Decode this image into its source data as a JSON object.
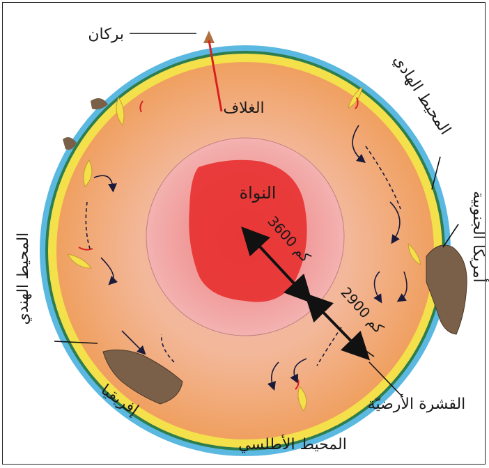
{
  "labels": {
    "volcano": "بركان",
    "mantle": "الغلاف",
    "core": "النواة",
    "pacific": "المحيط الهادي",
    "south_america": "أمريكا الجنوبية",
    "indian_ocean": "المحيط الهندي",
    "africa": "إفريقيا",
    "crust": "القشرة الأرضيّة",
    "atlantic": "المحيط الأطلسي"
  },
  "measurements": {
    "core_radius": "3600 كم",
    "mantle_thickness": "2900 كم"
  },
  "colors": {
    "ocean": "#5bb8e0",
    "crust": "#f4e04a",
    "mantle": "#f0a86a",
    "core": "#e83030",
    "land": "#7a6048"
  }
}
